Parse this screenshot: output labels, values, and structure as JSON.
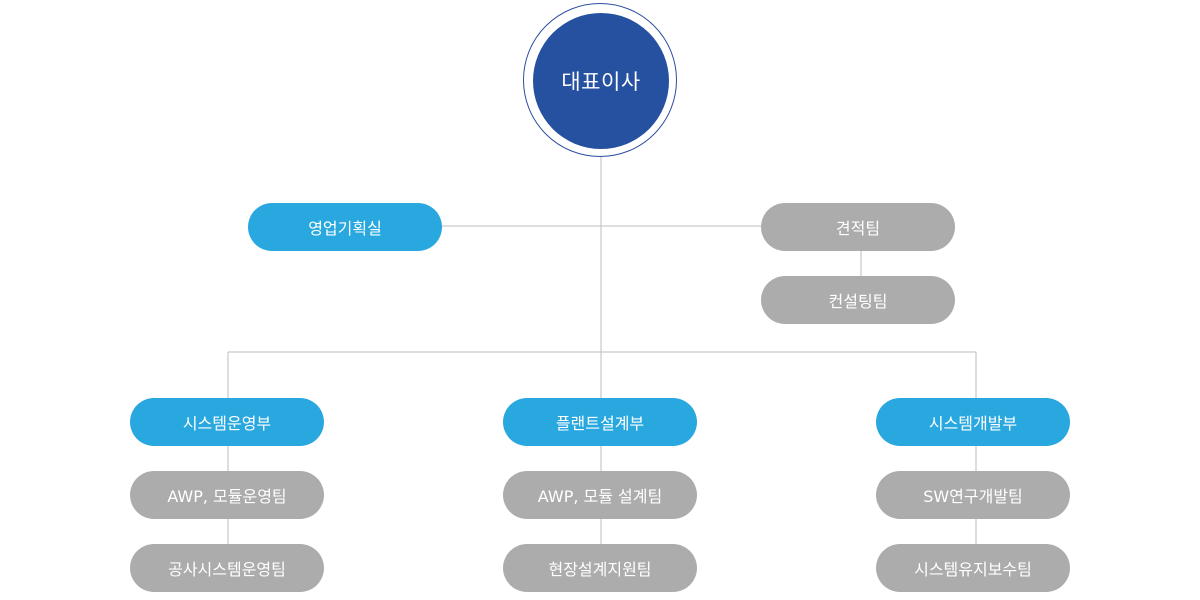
{
  "colors": {
    "ceo": "#2650a0",
    "department": "#29a8e0",
    "team": "#acacac",
    "connector": "#bdbdbd"
  },
  "ceo": {
    "label": "대표이사"
  },
  "sales_planning": {
    "label": "영업기획실"
  },
  "side_teams": [
    {
      "label": "견적팀"
    },
    {
      "label": "컨설팅팀"
    }
  ],
  "departments": [
    {
      "label": "시스템운영부",
      "teams": [
        {
          "label": "AWP, 모듈운영팀"
        },
        {
          "label": "공사시스템운영팀"
        }
      ]
    },
    {
      "label": "플랜트설계부",
      "teams": [
        {
          "label": "AWP, 모듈 설계팀"
        },
        {
          "label": "현장설계지원팀"
        }
      ]
    },
    {
      "label": "시스템개발부",
      "teams": [
        {
          "label": "SW연구개발팀"
        },
        {
          "label": "시스템유지보수팀"
        }
      ]
    }
  ]
}
